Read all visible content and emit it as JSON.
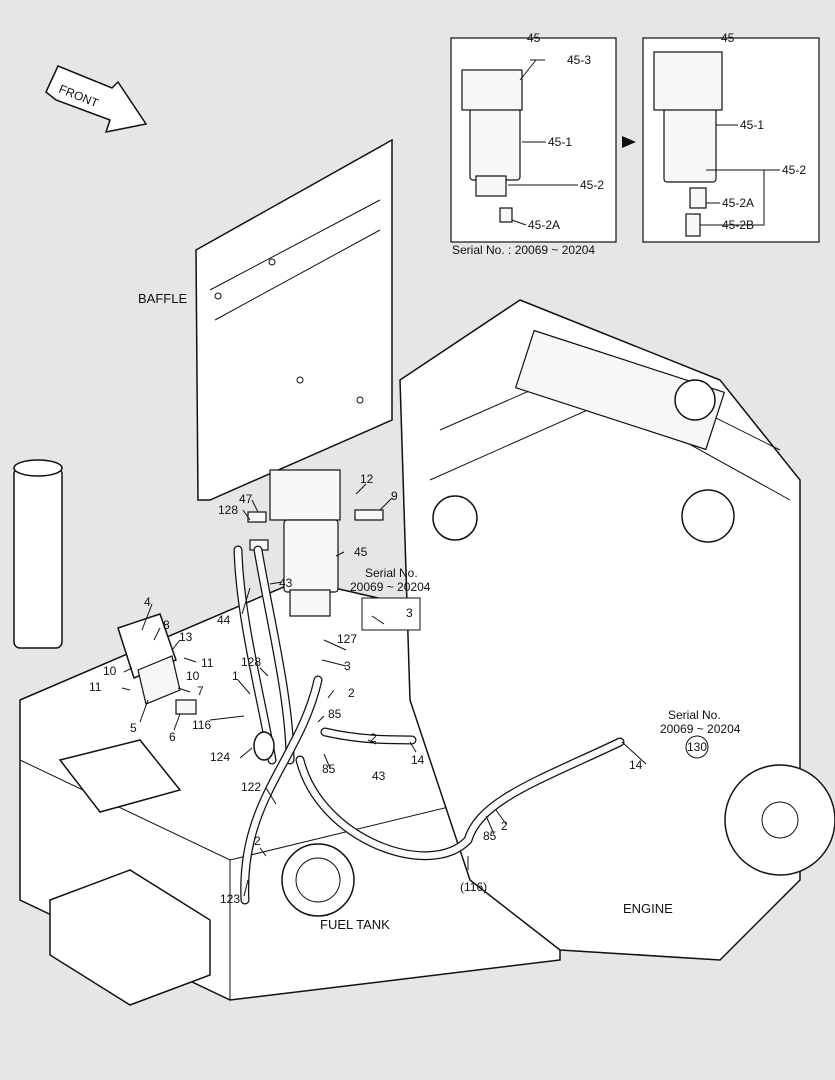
{
  "labels": {
    "front": "FRONT",
    "baffle": "BAFFLE",
    "fuel_tank": "FUEL TANK",
    "engine": "ENGINE",
    "serial_range": "Serial No. : 20069 ~ 20204",
    "serial_no": "Serial No.",
    "serial_range_short": "20069 ~ 20204"
  },
  "inset_parts": {
    "p45": "45",
    "p45_3": "45-3",
    "p45_1": "45-1",
    "p45_2": "45-2",
    "p45_2A": "45-2A",
    "p45_2B": "45-2B"
  },
  "callouts": {
    "c12": "12",
    "c9": "9",
    "c47": "47",
    "c128": "128",
    "c45": "45",
    "c43": "43",
    "c44": "44",
    "c4": "4",
    "c8": "8",
    "c13": "13",
    "c11": "11",
    "c10": "10",
    "c7": "7",
    "c5": "5",
    "c6": "6",
    "c1": "1",
    "c116": "116",
    "c124": "124",
    "c122": "122",
    "c123": "123",
    "c2": "2",
    "c3": "3",
    "c127": "127",
    "c85": "85",
    "c14": "14",
    "c116p": "(116)",
    "c130": "130"
  },
  "colors": {
    "background": "#e6e6e6",
    "line": "#111111",
    "fill": "#ffffff"
  }
}
